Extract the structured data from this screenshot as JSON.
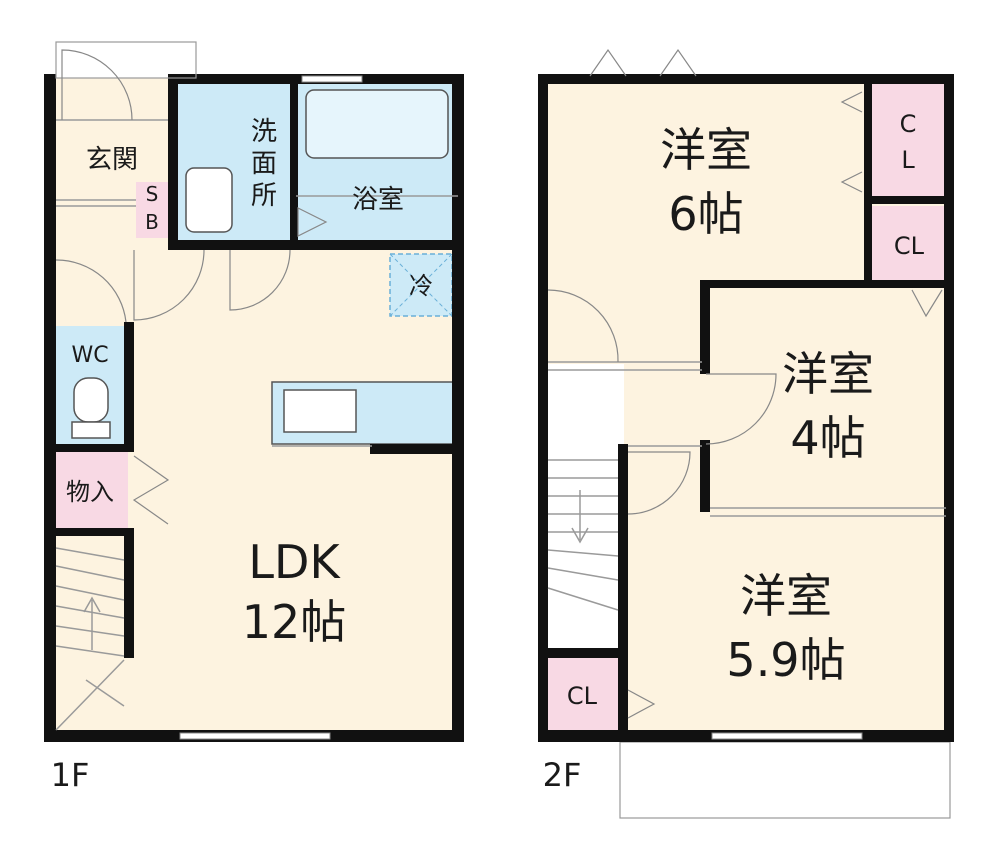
{
  "colors": {
    "floor": "#fdf3e0",
    "wet": "#cdeaf7",
    "closet": "#f8d9e4",
    "wall": "#111111"
  },
  "floor1": {
    "label": "1F",
    "rooms": {
      "entrance": "玄関",
      "shoebox_top": "S",
      "shoebox_bottom": "B",
      "washroom_1": "洗",
      "washroom_2": "面",
      "washroom_3": "所",
      "bath": "浴室",
      "fridge": "冷",
      "wc": "WC",
      "storage": "物入",
      "ldk_name": "LDK",
      "ldk_size": "12帖"
    }
  },
  "floor2": {
    "label": "2F",
    "rooms": {
      "room1_name": "洋室",
      "room1_size": "6帖",
      "room2_name": "洋室",
      "room2_size": "4帖",
      "room3_name": "洋室",
      "room3_size": "5.9帖",
      "closet_a_top": "C",
      "closet_a_bottom": "L",
      "closet_b": "CL",
      "closet_c": "CL"
    }
  }
}
